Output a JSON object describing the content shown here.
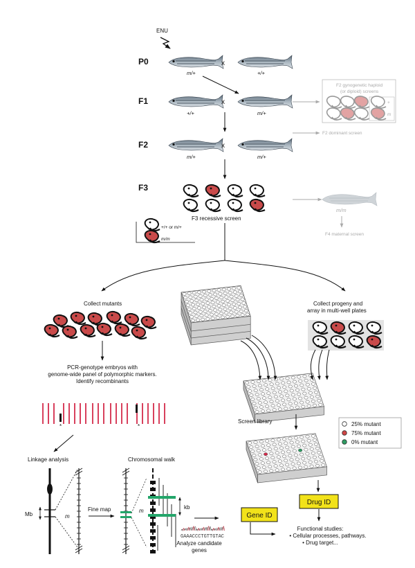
{
  "mutagen": "ENU",
  "generations": {
    "p0": "P0",
    "f1": "F1",
    "f2": "F2",
    "f3": "F3"
  },
  "cross_symbol": "x",
  "genotypes": {
    "p0_left": "m/+",
    "p0_right": "+/+",
    "f1_left": "+/+",
    "f1_right": "m/+",
    "f2_left": "m/+",
    "f2_right": "m/+",
    "f4_fish": "m/m"
  },
  "side_screens": {
    "gyno_line1": "F2 gynogenetic haploid",
    "gyno_line2": "(or diploid) screens",
    "gyno_key_wt": "+",
    "gyno_key_m": "m",
    "dominant": "F2 dominant screen",
    "maternal": "F4 maternal screen"
  },
  "f3_screen": "F3 recessive screen",
  "legend": {
    "wt": "+/+ or m/+",
    "mut": "m/m"
  },
  "left_branch": {
    "collect": "Collect mutants",
    "pcr_line1": "PCR-genotype embryos with",
    "pcr_line2": "genome-wide panel of polymorphic markers.",
    "pcr_line3": "Identify recombinants",
    "star": "*"
  },
  "right_branch": {
    "collect_line1": "Collect progeny and",
    "collect_line2": "array in multi-well plates",
    "screen_library": "Screen library",
    "key": [
      "25% mutant",
      "75% mutant",
      "0% mutant"
    ]
  },
  "mapping": {
    "linkage": "Linkage analysis",
    "walk": "Chromosomal walk",
    "fine_map": "Fine map",
    "mb": "Mb",
    "kb": "kb",
    "m": "m",
    "sequence": "GAAACCCTGTTGTAC",
    "analyze_line1": "Analyze candidate",
    "analyze_line2": "genes"
  },
  "outcomes": {
    "gene_id": "Gene ID",
    "drug_id": "Drug ID",
    "functional": "Functional studies:",
    "bullet1": "• Cellular processes, pathways.",
    "bullet2": "• Drug target..."
  },
  "colors": {
    "mutant_red": "#c94a4a",
    "box_yellow": "#f2e21a",
    "wt_green": "#2e9d63",
    "marker_green": "#23a66a",
    "marker_red": "#d42a4a",
    "gray": "#aaaaaa"
  }
}
